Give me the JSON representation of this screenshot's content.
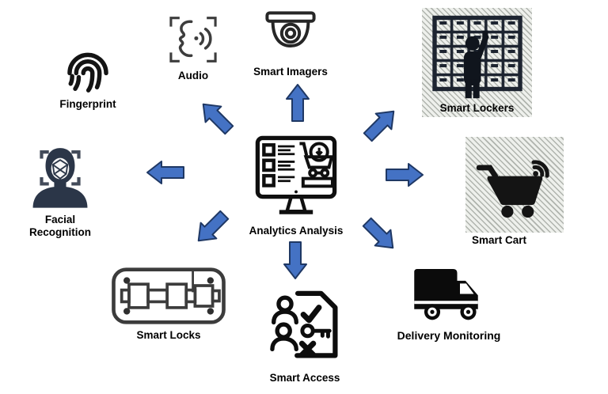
{
  "diagram": {
    "center": {
      "label": "Analytics Analysis",
      "icon": "analytics-monitor-icon"
    },
    "nodes": {
      "fingerprint": {
        "label": "Fingerprint",
        "icon": "fingerprint-icon"
      },
      "audio": {
        "label": "Audio",
        "icon": "speech-audio-icon"
      },
      "smart_imagers": {
        "label": "Smart Imagers",
        "icon": "dome-camera-icon"
      },
      "smart_lockers": {
        "label": "Smart Lockers",
        "icon": "lockers-person-icon"
      },
      "facial_recognition": {
        "label": "Facial Recognition",
        "icon": "face-scan-icon"
      },
      "smart_cart": {
        "label": "Smart Cart",
        "icon": "cart-wifi-icon"
      },
      "smart_locks": {
        "label": "Smart Locks",
        "icon": "lock-bolt-icon"
      },
      "smart_access": {
        "label": "Smart Access",
        "icon": "access-document-icon"
      },
      "delivery_monitoring": {
        "label": "Delivery Monitoring",
        "icon": "delivery-van-icon"
      }
    },
    "arrows": {
      "count": 8,
      "fill": "#4472C4",
      "outline": "#1F3864",
      "directions": [
        "up",
        "up-left",
        "left",
        "down-left",
        "down",
        "down-right",
        "right",
        "up-right"
      ]
    },
    "colors": {
      "background": "#FFFFFF",
      "icon_ink": "#1A1A1A",
      "silhouette_navy": "#2B3648",
      "label_text": "#000000",
      "watermark_hatch": "#D9DBD6"
    }
  }
}
